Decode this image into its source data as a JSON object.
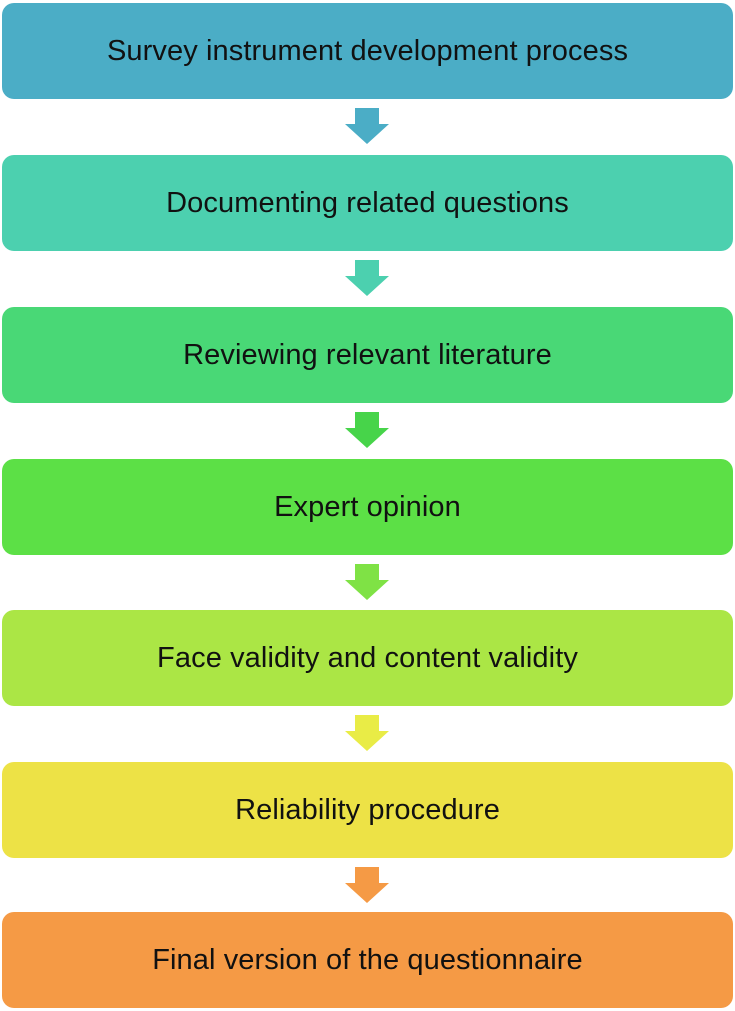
{
  "diagram": {
    "steps": [
      {
        "label": "Survey instrument development process",
        "color": "#4BADC6"
      },
      {
        "label": "Documenting related questions",
        "color": "#4CD0AF"
      },
      {
        "label": "Reviewing relevant literature",
        "color": "#49D876"
      },
      {
        "label": "Expert opinion",
        "color": "#5CE046"
      },
      {
        "label": "Face validity and content validity",
        "color": "#ABE645"
      },
      {
        "label": "Reliability procedure",
        "color": "#EDE246"
      },
      {
        "label": "Final version of the questionnaire",
        "color": "#F59A45"
      }
    ],
    "arrows": [
      {
        "color": "#4BADC6"
      },
      {
        "color": "#4CD0AF"
      },
      {
        "color": "#47D44A"
      },
      {
        "color": "#7FE245"
      },
      {
        "color": "#E9EC46"
      },
      {
        "color": "#F59A45"
      }
    ]
  }
}
